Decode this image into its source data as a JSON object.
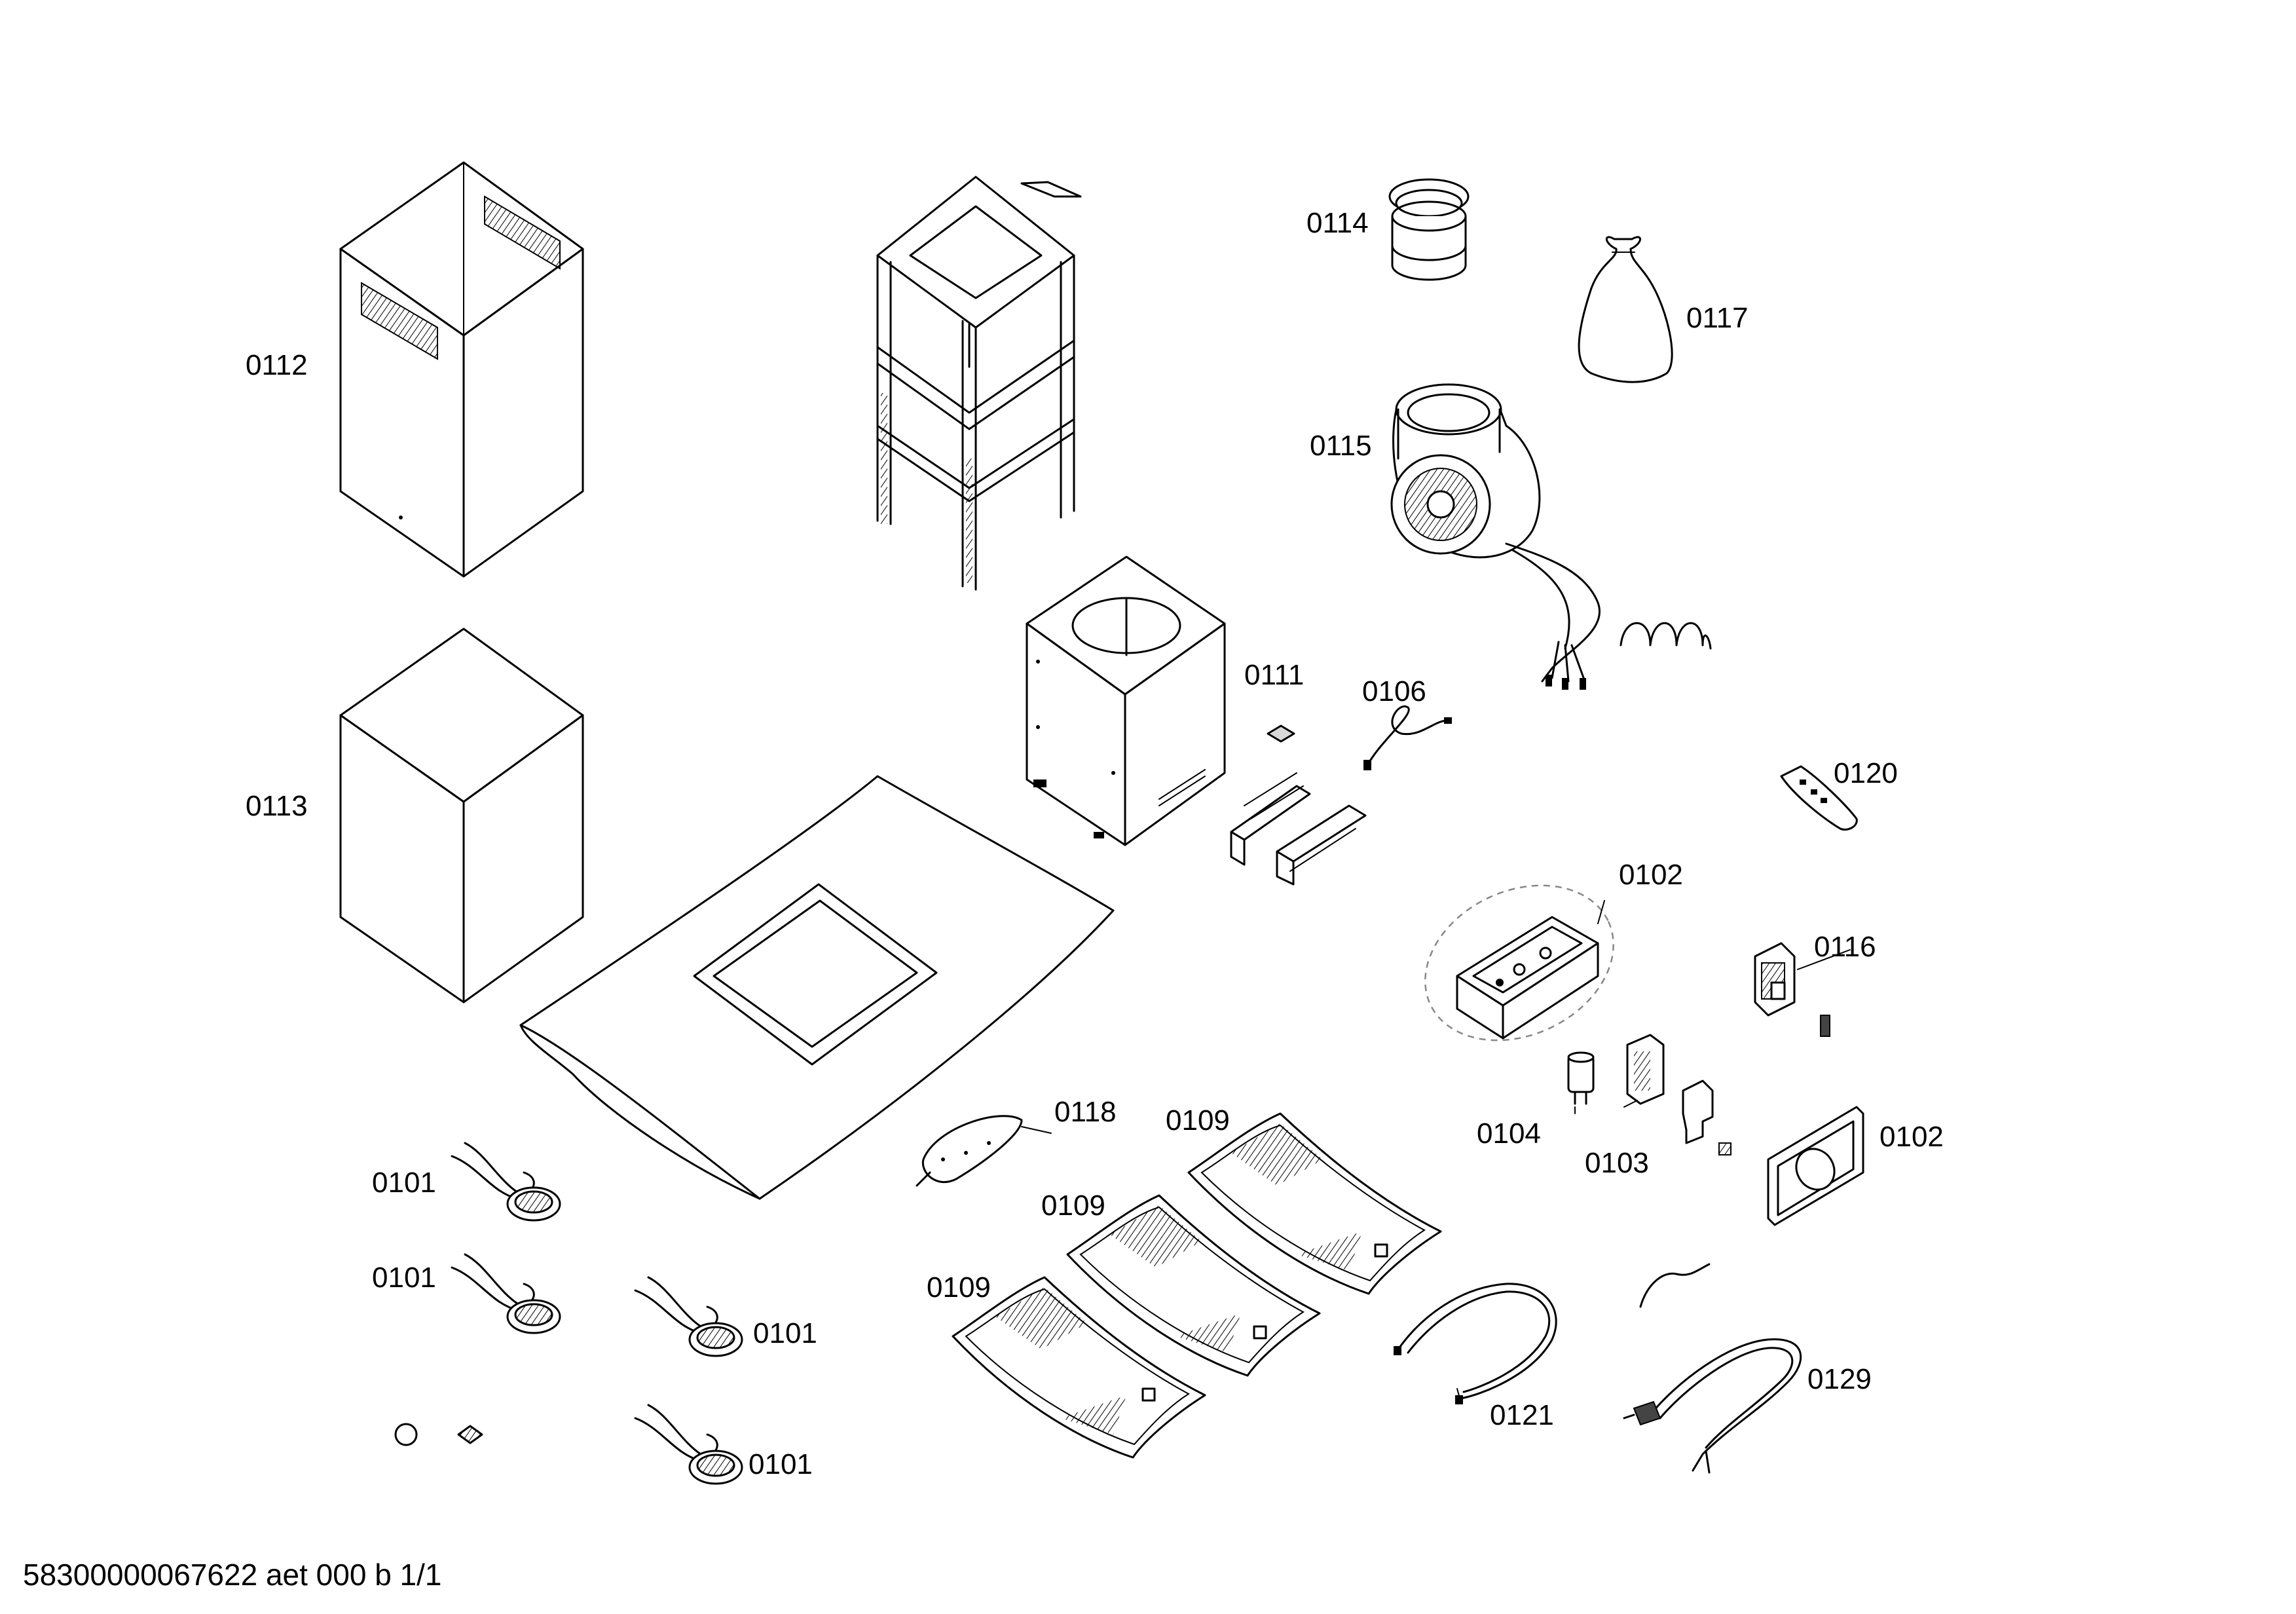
{
  "footer": "58300000067622 aet 000 b 1/1",
  "labels": {
    "p0112": "0112",
    "p0113": "0113",
    "p0114": "0114",
    "p0117": "0117",
    "p0115": "0115",
    "p0111": "0111",
    "p0106": "0106",
    "p0120": "0120",
    "p0102a": "0102",
    "p0116": "0116",
    "p0102b": "0102",
    "p0104": "0104",
    "p0103": "0103",
    "p0118": "0118",
    "p0109a": "0109",
    "p0109b": "0109",
    "p0109c": "0109",
    "p0101a": "0101",
    "p0101b": "0101",
    "p0101c": "0101",
    "p0101d": "0101",
    "p0121": "0121",
    "p0129": "0129"
  }
}
